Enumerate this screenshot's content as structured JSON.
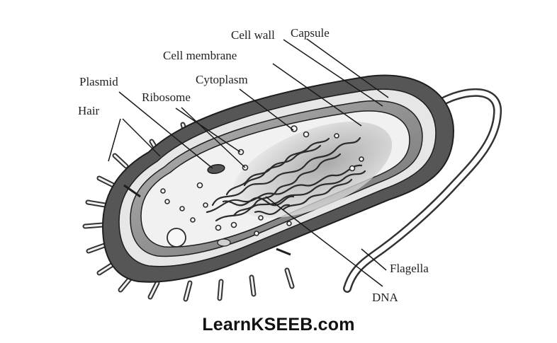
{
  "labels": {
    "cell_wall": "Cell wall",
    "capsule": "Capsule",
    "cell_membrane": "Cell membrane",
    "cytoplasm": "Cytoplasm",
    "plasmid": "Plasmid",
    "ribosome": "Ribosome",
    "hair": "Hair",
    "flagella": "Flagella",
    "dna": "DNA"
  },
  "watermark": "LearnKSEEB.com",
  "colors": {
    "capsule": "#555555",
    "cell_wall": "#e6e6e6",
    "cell_membrane": "#8f8f8f",
    "cytoplasm": "#f1f1f1",
    "dna": "#2b2b2b",
    "line": "#1a1a1a"
  }
}
